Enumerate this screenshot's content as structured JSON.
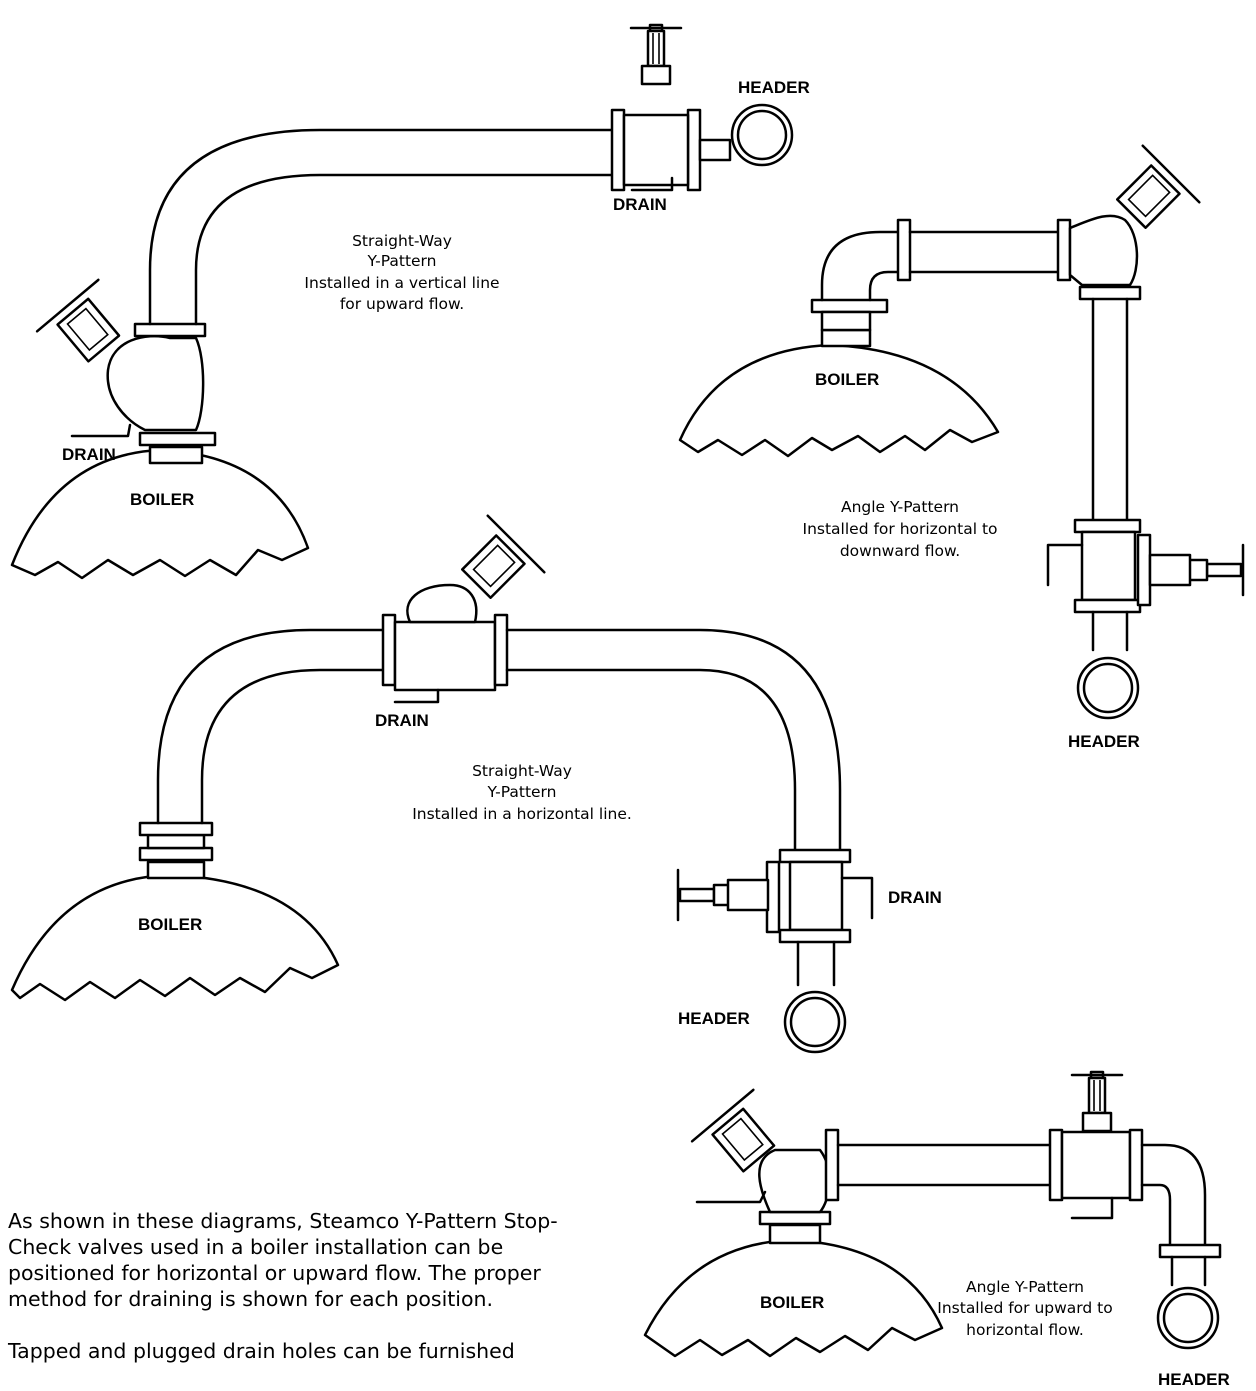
{
  "diagrams": [
    {
      "caption": [
        "Straight-Way",
        "Y-Pattern",
        "Installed in a vertical line",
        "for upward flow."
      ],
      "labels": {
        "header": "HEADER",
        "drain_top": "DRAIN",
        "drain_left": "DRAIN",
        "boiler": "BOILER"
      }
    },
    {
      "caption": [
        "Angle Y-Pattern",
        "Installed for horizontal to",
        "downward flow."
      ],
      "labels": {
        "boiler": "BOILER",
        "header": "HEADER"
      }
    },
    {
      "caption": [
        "Straight-Way",
        "Y-Pattern",
        "Installed in a horizontal line."
      ],
      "labels": {
        "drain_mid": "DRAIN",
        "drain_right": "DRAIN",
        "boiler": "BOILER",
        "header": "HEADER"
      }
    },
    {
      "caption": [
        "Angle Y-Pattern",
        "Installed for upward to",
        "horizontal flow."
      ],
      "labels": {
        "boiler": "BOILER",
        "header": "HEADER"
      }
    }
  ],
  "description": {
    "paragraph1": "As shown in these diagrams, Steamco Y-Pattern Stop-Check valves used in a boiler installation can be positioned for horizontal or upward flow. The proper method for draining is shown for each position.",
    "paragraph2": "Tapped and plugged drain holes can be furnished"
  }
}
